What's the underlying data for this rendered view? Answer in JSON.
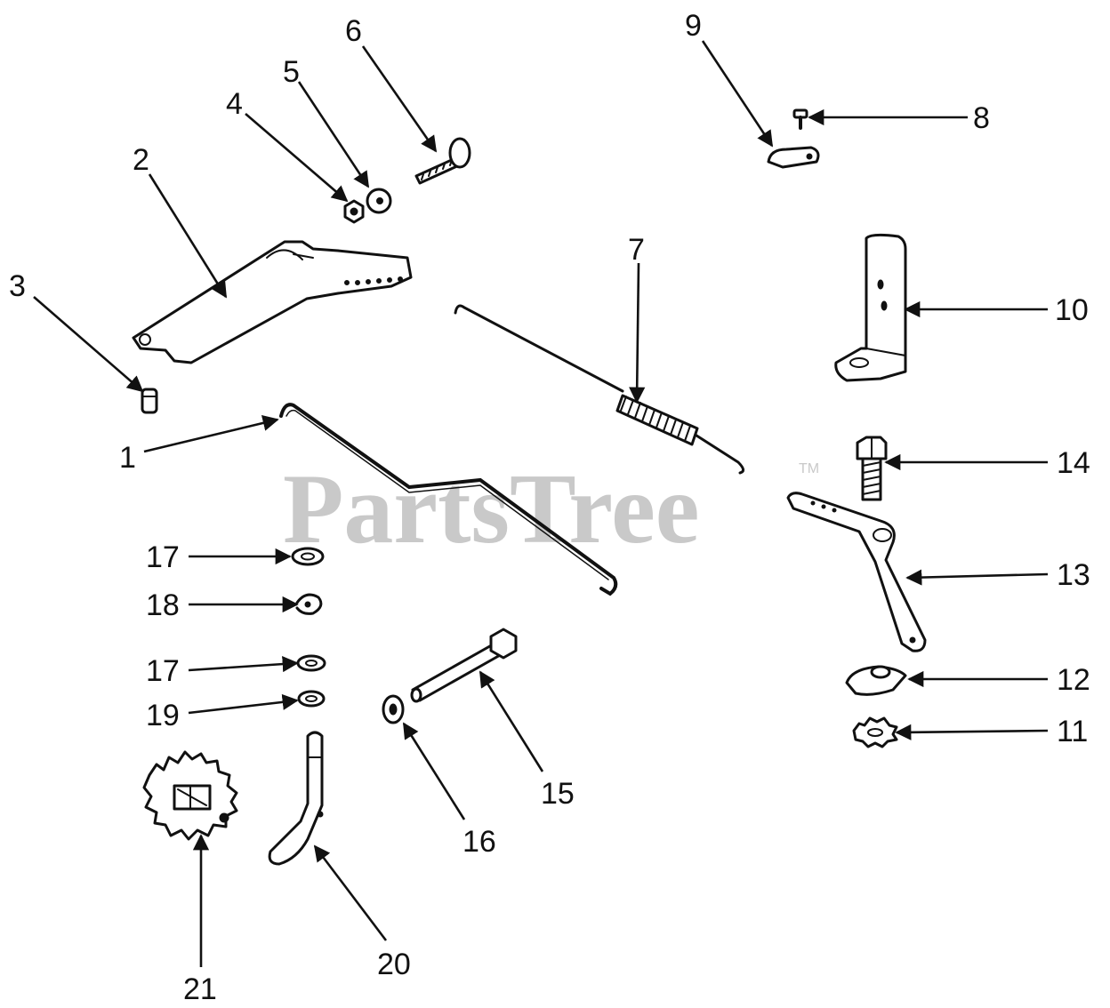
{
  "watermark": {
    "text": "PartsTree",
    "trademark": "TM"
  },
  "callouts": {
    "c1": "1",
    "c2": "2",
    "c3": "3",
    "c4": "4",
    "c5": "5",
    "c6": "6",
    "c7": "7",
    "c8": "8",
    "c9": "9",
    "c10": "10",
    "c11": "11",
    "c12": "12",
    "c13": "13",
    "c14": "14",
    "c15": "15",
    "c16": "16",
    "c17a": "17",
    "c17b": "17",
    "c18": "18",
    "c19": "19",
    "c20": "20",
    "c21": "21"
  }
}
